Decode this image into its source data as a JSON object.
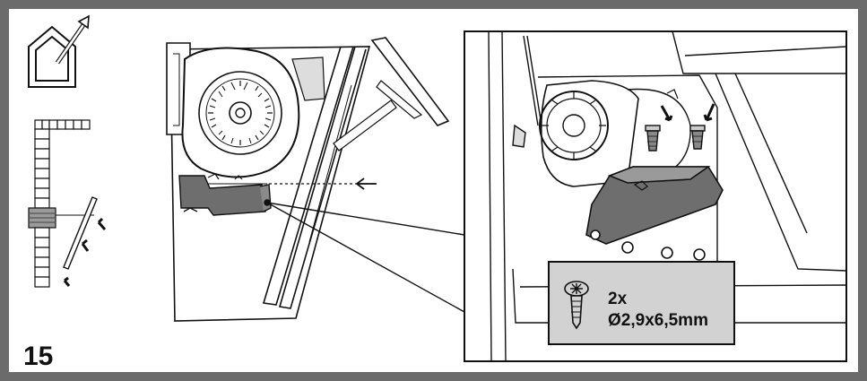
{
  "step": {
    "number": "15"
  },
  "screw_spec": {
    "quantity": "2x",
    "size": "Ø2,9x6,5mm"
  },
  "icons": {
    "ventilation_mode": "house-outlet-arrow-icon",
    "ducting_system": "flexible-duct-icon",
    "fixing_screw": "torx-screw-icon"
  },
  "colors": {
    "frame": "#6b6b6b",
    "callout_background": "#d2d2d2",
    "line": "#111111",
    "part_fill": "#6e6e6e"
  }
}
